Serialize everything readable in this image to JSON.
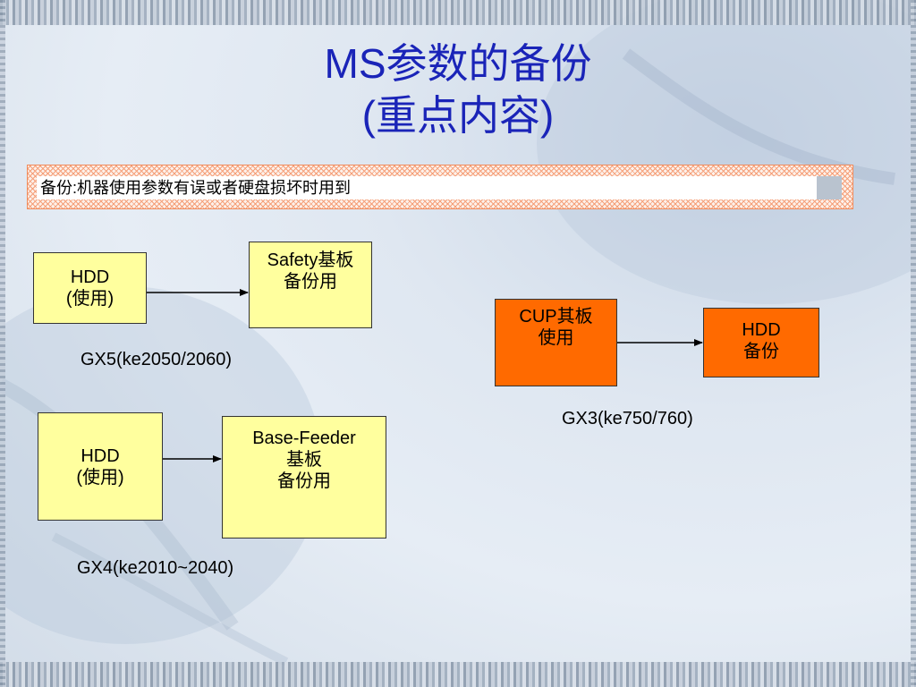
{
  "title": {
    "line1": "MS参数的备份",
    "line2": "(重点内容)"
  },
  "note": {
    "text": "备份:机器使用参数有误或者硬盘损坏时用到"
  },
  "diagrams": {
    "gx5": {
      "source": {
        "line1": "HDD",
        "line2": "(使用)"
      },
      "target": {
        "line1": "Safety基板",
        "line2": "备份用"
      },
      "caption": "GX5(ke2050/2060)"
    },
    "gx4": {
      "source": {
        "line1": "HDD",
        "line2": "(使用)"
      },
      "target": {
        "line1": "Base-Feeder",
        "line2": "基板",
        "line3": "备份用"
      },
      "caption": "GX4(ke2010~2040)"
    },
    "gx3": {
      "source": {
        "line1": "CUP其板",
        "line2": "使用"
      },
      "target": {
        "line1": "HDD",
        "line2": "备份"
      },
      "caption": "GX3(ke750/760)"
    }
  },
  "colors": {
    "title": "#1a24b8",
    "box_yellow": "#ffff9e",
    "box_orange": "#ff6a00"
  }
}
